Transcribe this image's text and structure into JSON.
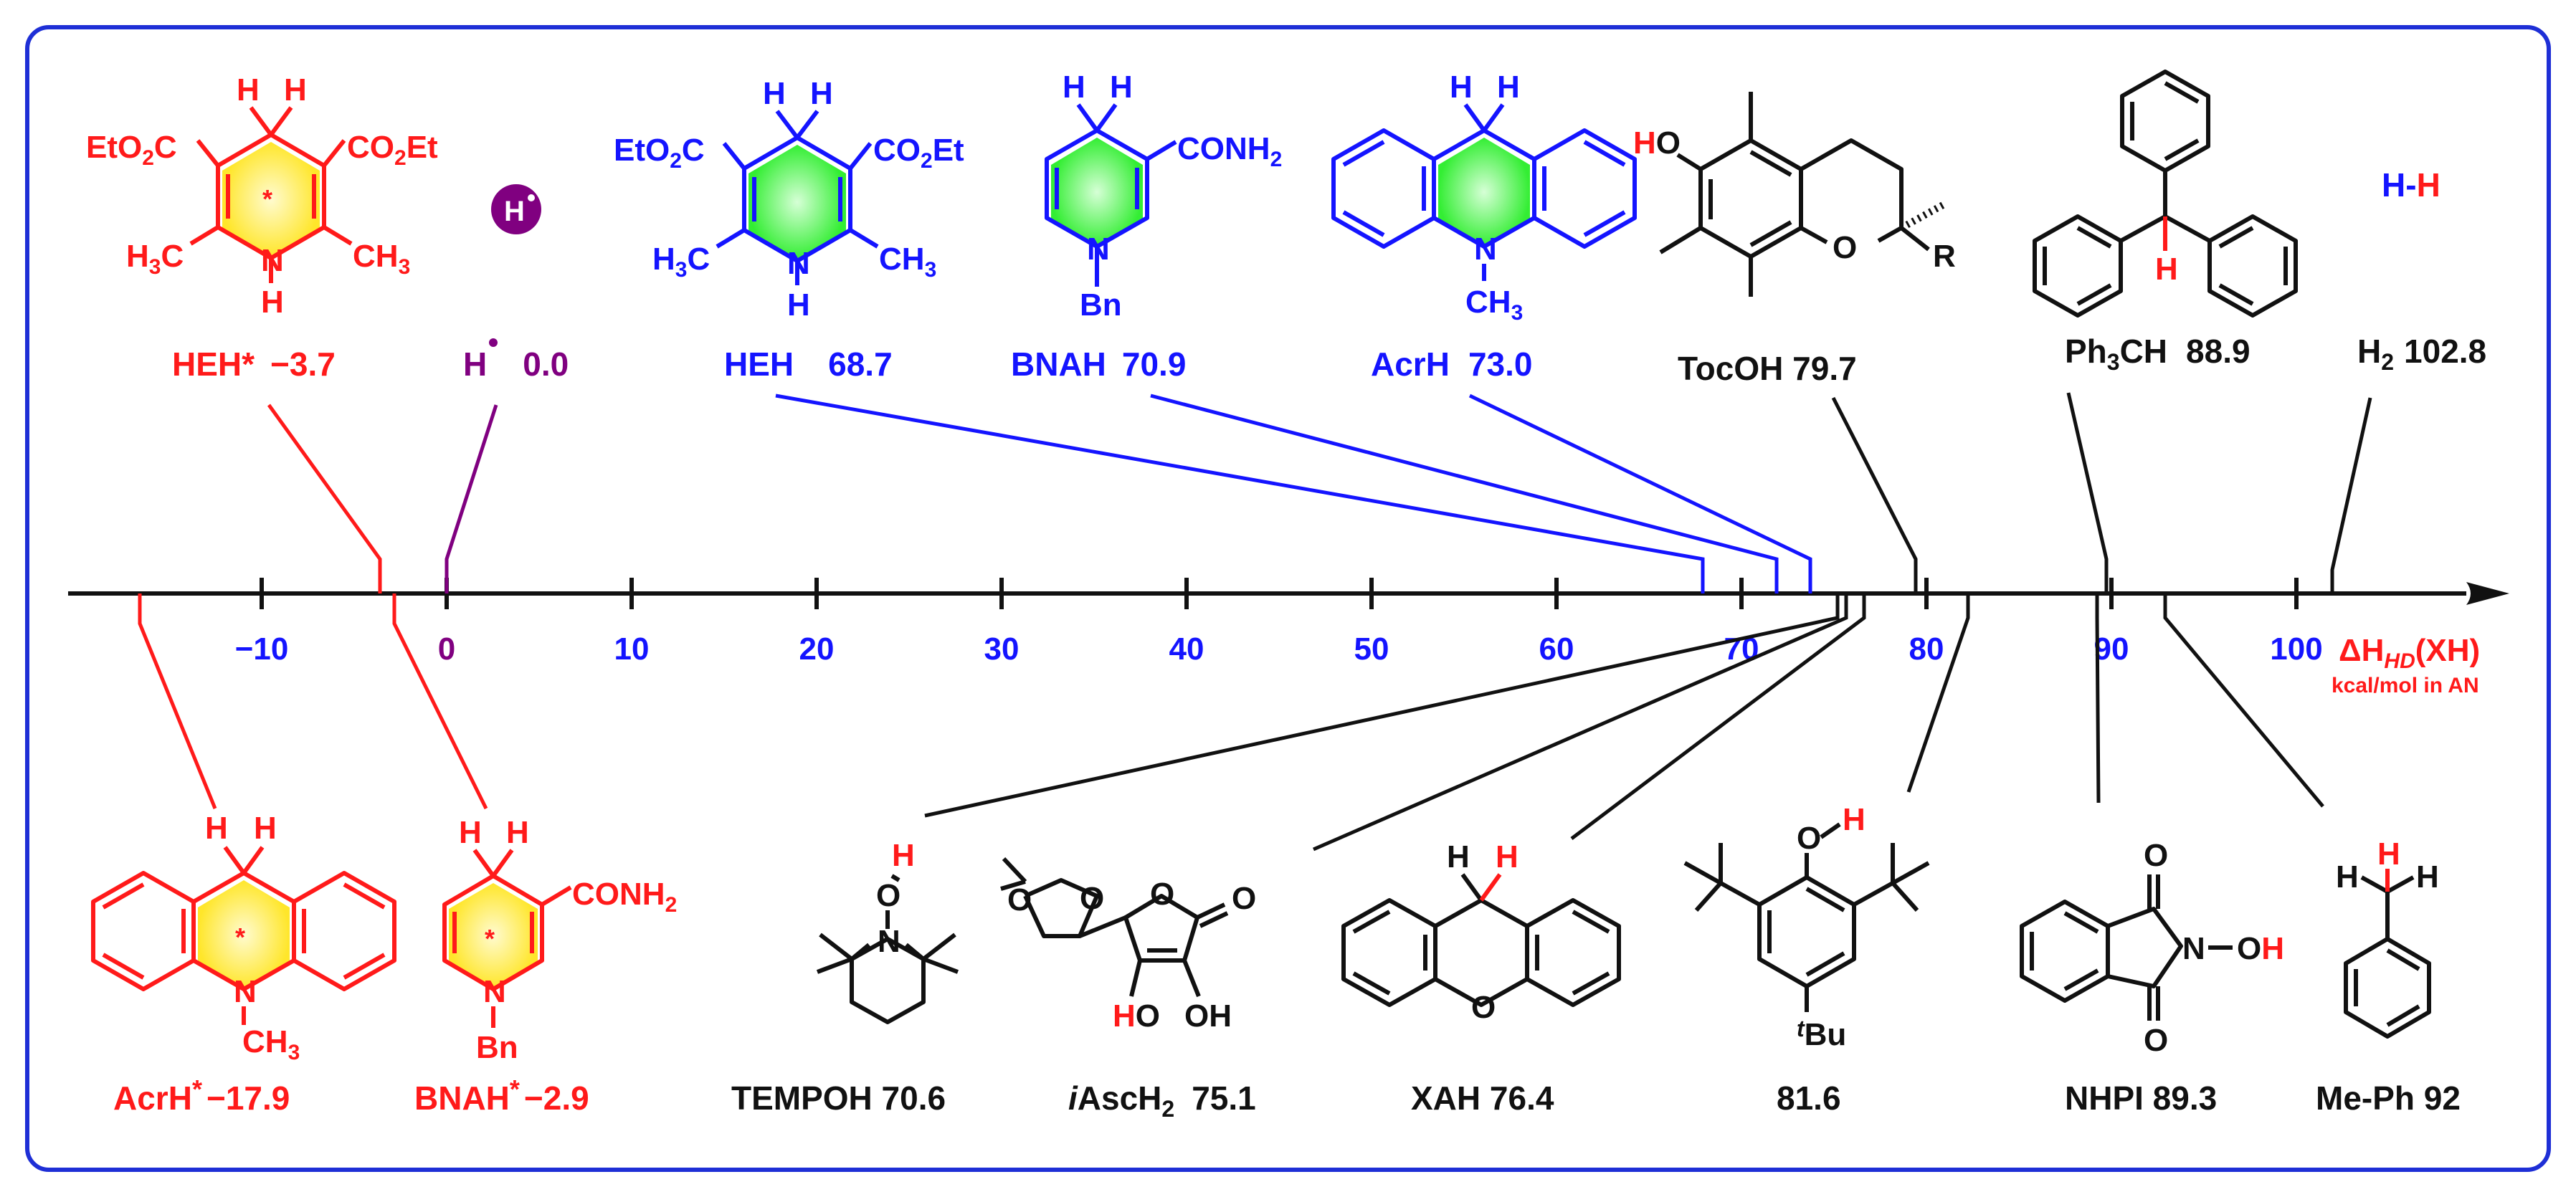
{
  "axis": {
    "ticks": [
      "-10",
      "0",
      "10",
      "20",
      "30",
      "40",
      "50",
      "60",
      "70",
      "80",
      "90",
      "100"
    ],
    "zero_tick": "0",
    "title": "ΔH",
    "title_sub": "HD",
    "title_suffix": "(XH)",
    "unit": "kcal/mol in AN"
  },
  "colors": {
    "red": "#ff1a1a",
    "blue": "#1414ff",
    "purple": "#800080",
    "black": "#111111",
    "green_glow": "#33ee33",
    "yellow_glow": "#ffee44",
    "frame": "#1e2fd6"
  },
  "compounds_top": [
    {
      "name": "HEH*",
      "value": "−3.7",
      "x_value": -3.7,
      "color": "red",
      "substituents": [
        "EtO2C",
        "CO2Et",
        "H3C",
        "CH3",
        "H",
        "H",
        "N",
        "H",
        "*"
      ]
    },
    {
      "name": "H•",
      "value": "0.0",
      "x_value": 0.0,
      "color": "purple",
      "badge": "H•"
    },
    {
      "name": "HEH",
      "value": "68.7",
      "x_value": 68.7,
      "color": "blue",
      "substituents": [
        "EtO2C",
        "CO2Et",
        "H3C",
        "CH3",
        "H",
        "H",
        "N",
        "H"
      ]
    },
    {
      "name": "BNAH",
      "value": "70.9",
      "x_value": 70.9,
      "color": "blue",
      "substituents": [
        "CONH2",
        "H",
        "H",
        "N",
        "Bn"
      ]
    },
    {
      "name": "AcrH",
      "value": "73.0",
      "x_value": 73.0,
      "color": "blue",
      "substituents": [
        "H",
        "H",
        "N",
        "CH3"
      ]
    },
    {
      "name": "TocOH",
      "value": "79.7",
      "x_value": 79.7,
      "color": "black",
      "substituents": [
        "HO",
        "O",
        "R"
      ]
    },
    {
      "name": "Ph3CH",
      "value": "88.9",
      "x_value": 88.9,
      "color": "black",
      "substituents": [
        "H"
      ]
    },
    {
      "name": "H2",
      "value": "102.8",
      "x_value": 102.8,
      "color": "black",
      "formula": "H-H"
    }
  ],
  "compounds_bottom": [
    {
      "name": "AcrH*",
      "value": "−17.9",
      "x_value": -17.9,
      "color": "red",
      "substituents": [
        "H",
        "H",
        "N",
        "CH3",
        "*"
      ]
    },
    {
      "name": "BNAH*",
      "value": "−2.9",
      "x_value": -2.9,
      "color": "red",
      "substituents": [
        "CONH2",
        "H",
        "H",
        "N",
        "Bn",
        "*"
      ]
    },
    {
      "name": "TEMPOH",
      "value": "70.6",
      "x_value": 70.6,
      "color": "black",
      "substituents": [
        "O",
        "H",
        "N"
      ]
    },
    {
      "name": "iAscH2",
      "value": "75.1",
      "x_value": 75.1,
      "color": "black",
      "substituents": [
        "O",
        "O",
        "O",
        "O",
        "HO",
        "OH"
      ]
    },
    {
      "name": "XAH",
      "value": "76.4",
      "x_value": 76.4,
      "color": "black",
      "substituents": [
        "H",
        "H",
        "O"
      ]
    },
    {
      "name": "",
      "value": "81.6",
      "x_value": 81.6,
      "color": "black",
      "substituents": [
        "O",
        "H",
        "tBu"
      ]
    },
    {
      "name": "NHPI",
      "value": "89.3",
      "x_value": 89.3,
      "color": "black",
      "substituents": [
        "O",
        "O",
        "N",
        "OH"
      ]
    },
    {
      "name": "Me-Ph",
      "value": "92",
      "x_value": 92.0,
      "color": "black",
      "substituents": [
        "H",
        "H",
        "H"
      ]
    }
  ],
  "labels": {
    "HEH_star": "HEH*",
    "HEH_star_value": "−3.7",
    "H_radical": "H",
    "H_radical_value": "0.0",
    "HEH": "HEH",
    "HEH_value": "68.7",
    "BNAH": "BNAH",
    "BNAH_value": "70.9",
    "AcrH": "AcrH",
    "AcrH_value": "73.0",
    "TocOH": "TocOH 79.7",
    "Ph3CH": "Ph",
    "Ph3CH_sub": "3",
    "Ph3CH_rest": "CH",
    "Ph3CH_value": "88.9",
    "H2": "H",
    "H2_sub": "2",
    "H2_value": "102.8",
    "HH_formula_H1": "H",
    "HH_formula_dash": "-",
    "HH_formula_H2": "H",
    "AcrH_star": "AcrH",
    "AcrH_star_value": "−17.9",
    "BNAH_star": "BNAH",
    "BNAH_star_value": "−2.9",
    "TEMPOH": "TEMPOH 70.6",
    "iAscH2_i": "i",
    "iAscH2": "AscH",
    "iAscH2_sub": "2",
    "iAscH2_value": "75.1",
    "XAH": "XAH  76.4",
    "BHT_value": "81.6",
    "NHPI": "NHPI  89.3",
    "MePh": "Me-Ph  92",
    "star": "*"
  },
  "atoms": {
    "EtO2C": "EtO",
    "EtO2C_sub": "2",
    "EtO2C_end": "C",
    "CO2Et": "CO",
    "CO2Et_sub": "2",
    "CO2Et_end": "Et",
    "H3C": "H",
    "H3C_sub": "3",
    "H3C_end": "C",
    "CH3": "CH",
    "CH3_sub": "3",
    "H": "H",
    "N": "N",
    "O": "O",
    "HO": "HO",
    "OH": "OH",
    "R": "R",
    "Bn": "Bn",
    "CONH2": "CONH",
    "CONH2_sub": "2",
    "tBu_t": "t",
    "tBu": "Bu",
    "NOH": "N–OH"
  }
}
